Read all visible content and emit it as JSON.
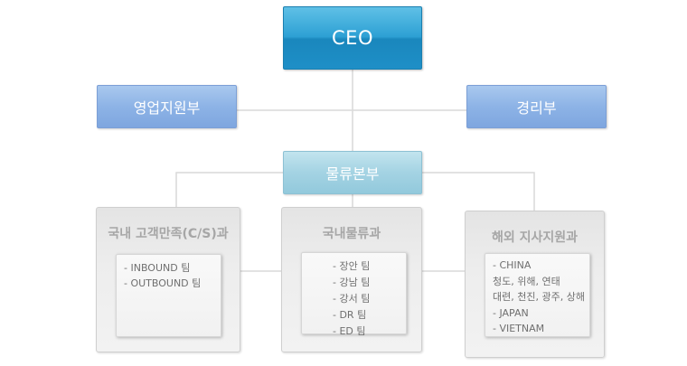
{
  "ceo": {
    "label": "CEO"
  },
  "departments": {
    "sales": "영업지원부",
    "management": "경리부",
    "logistics": "물류본부"
  },
  "teams": [
    {
      "title": "국내 고객만족(C/S)과",
      "items": [
        "- INBOUND 팀",
        "- OUTBOUND 팀"
      ]
    },
    {
      "title": "국내물류과",
      "items": [
        "- 장안 팀",
        "- 강남 팀",
        "- 강서 팀",
        "- DR 팀",
        "- ED 팀"
      ]
    },
    {
      "title": "해외 지사지원과",
      "items": [
        "- CHINA",
        "청도, 위해, 연태",
        "대련, 천진, 광주, 상해",
        "- JAPAN",
        "- VIETNAM"
      ]
    }
  ],
  "colors": {
    "ceo": "#2da0d4",
    "department": "#8db3e6",
    "logistics": "#a4d3e3",
    "team": "#ededed",
    "connector": "#d9d9d9"
  }
}
